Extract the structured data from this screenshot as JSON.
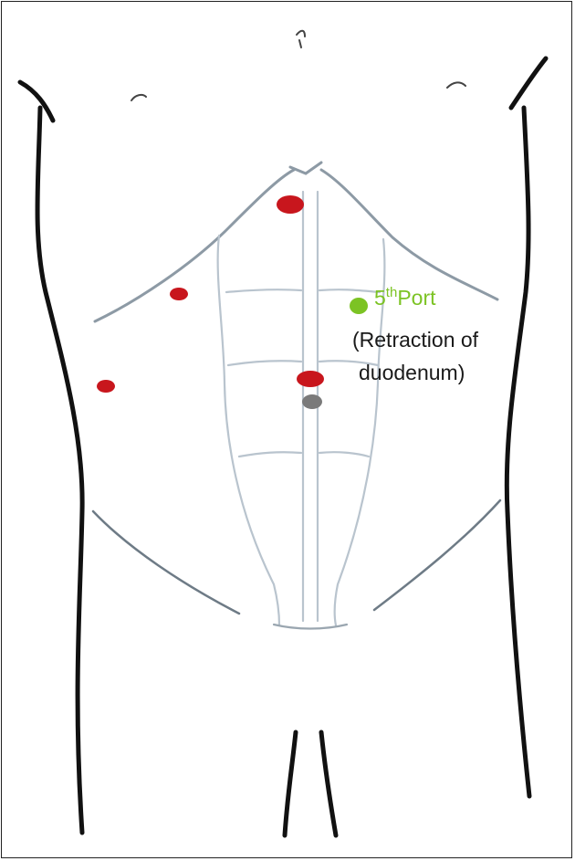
{
  "annotation": {
    "port_number": "5",
    "port_suffix": "th",
    "port_word": "Port",
    "description_line1": "(Retraction of",
    "description_line2": "duodenum)"
  },
  "colors": {
    "port_label": "#7cc324",
    "trocar_red": "#c8161d",
    "trocar_grey": "#7a7a7a",
    "fifth_port": "#7cc324",
    "outline": "#111111",
    "muscle_lines": "#b7c3cd"
  },
  "markers": [
    {
      "name": "trocar-xiphoid",
      "color": "red"
    },
    {
      "name": "trocar-right-subcostal",
      "color": "red"
    },
    {
      "name": "trocar-right-flank",
      "color": "red"
    },
    {
      "name": "trocar-umbilical",
      "color": "red"
    },
    {
      "name": "umbilicus",
      "color": "grey"
    },
    {
      "name": "fifth-port",
      "color": "green"
    }
  ]
}
